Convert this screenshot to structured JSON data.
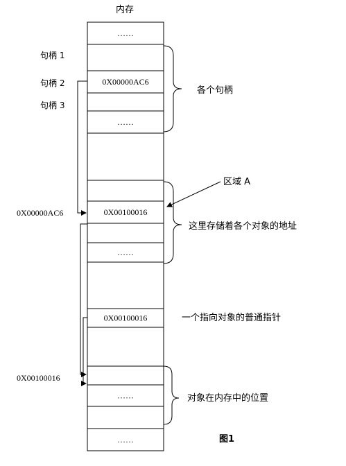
{
  "title": "内存",
  "figure_label": "图1",
  "cells": [
    {
      "text": "……"
    },
    {
      "text": ""
    },
    {
      "text": "0X00000AC6"
    },
    {
      "text": ""
    },
    {
      "text": "……"
    },
    {
      "text": ""
    },
    {
      "text": ""
    },
    {
      "text": "0X00100016"
    },
    {
      "text": ""
    },
    {
      "text": "……"
    },
    {
      "text": ""
    },
    {
      "text": "0X00100016"
    },
    {
      "text": ""
    },
    {
      "text": ""
    },
    {
      "text": "……"
    },
    {
      "text": ""
    },
    {
      "text": "……"
    }
  ],
  "handle_labels": [
    "句柄 1",
    "句柄 2",
    "句柄 3"
  ],
  "left_address_labels": [
    "0X00000AC6",
    "0X00100016"
  ],
  "brace_labels": [
    "各个句柄",
    "这里存储着各个对象的地址",
    "对象在内存中的位置"
  ],
  "pointer_label": "一个指向对象的普通指针",
  "region_label": "区域 A"
}
